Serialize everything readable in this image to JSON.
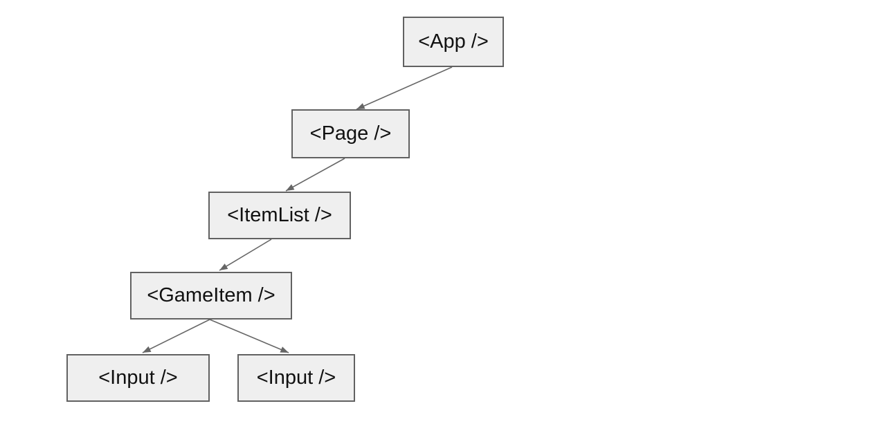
{
  "diagram": {
    "type": "tree",
    "nodes": [
      {
        "id": "app",
        "label": "<App />"
      },
      {
        "id": "page",
        "label": "<Page />"
      },
      {
        "id": "item-list",
        "label": "<ItemList />"
      },
      {
        "id": "game-item",
        "label": "<GameItem />"
      },
      {
        "id": "input-left",
        "label": "<Input />"
      },
      {
        "id": "input-right",
        "label": "<Input />"
      }
    ],
    "edges": [
      {
        "from": "app",
        "to": "page"
      },
      {
        "from": "page",
        "to": "item-list"
      },
      {
        "from": "item-list",
        "to": "game-item"
      },
      {
        "from": "game-item",
        "to": "input-left"
      },
      {
        "from": "game-item",
        "to": "input-right"
      }
    ],
    "colors": {
      "background": "#ffffff",
      "node_fill": "#efefef",
      "node_border": "#616161",
      "edge": "#666666",
      "text": "#111111"
    }
  }
}
